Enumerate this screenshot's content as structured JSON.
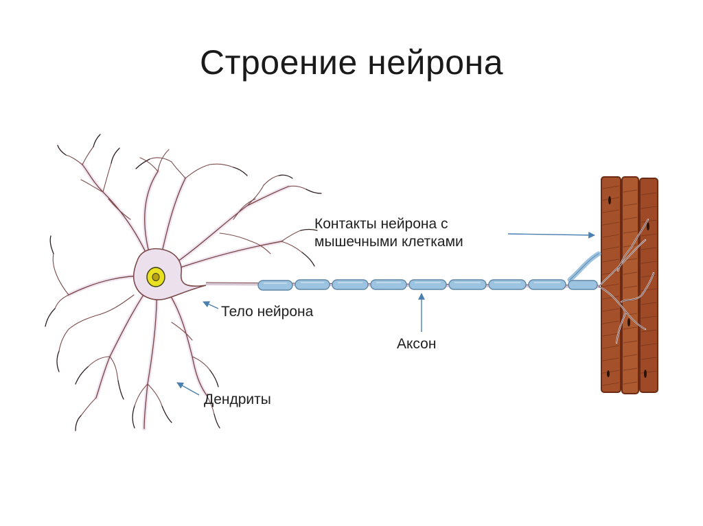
{
  "slide": {
    "title": "Строение нейрона"
  },
  "labels": {
    "contacts": "Контакты нейрона с мышечными клетками",
    "body": "Тело нейрона",
    "axon": "Аксон",
    "dendrites": "Дендриты"
  },
  "colors": {
    "dendrite_stroke": "#7b4a4a",
    "dendrite_dark": "#2d1f1f",
    "soma_fill": "#ece0ec",
    "nucleus": "#e8e020",
    "myelin": "#9cc3df",
    "myelin_edge": "#5f86a6",
    "muscle": "#a4502a",
    "muscle_dark": "#6a2a14",
    "arrow": "#4a7fb0"
  }
}
